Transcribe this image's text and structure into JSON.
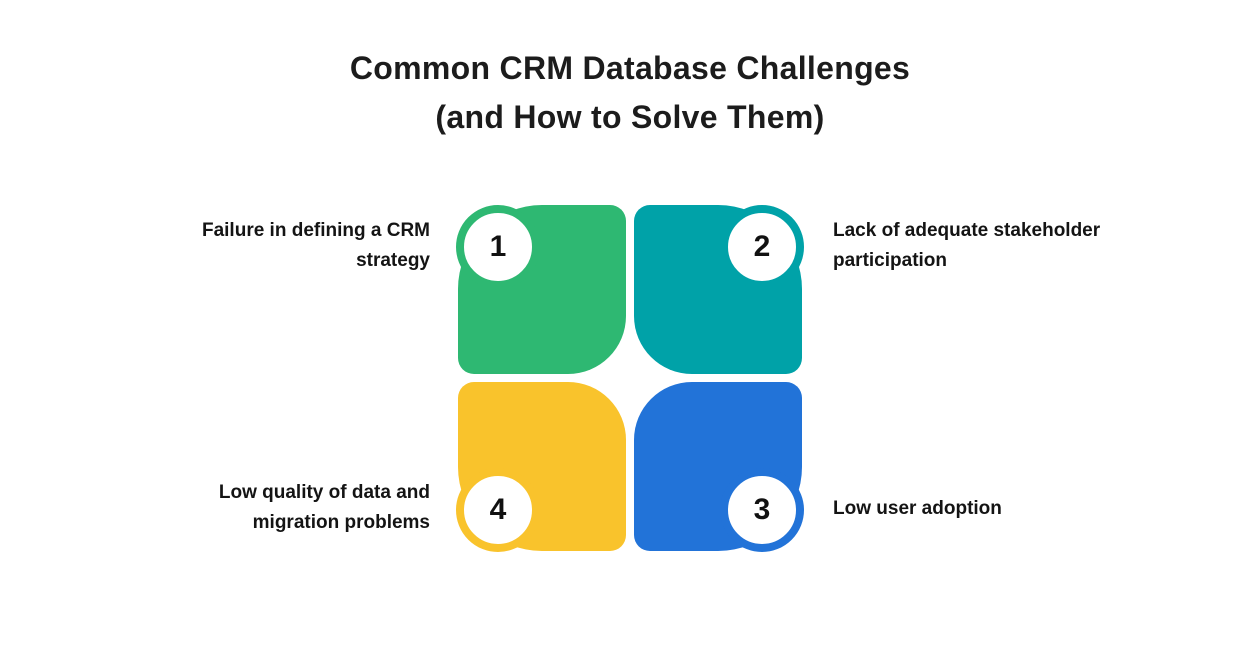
{
  "title": {
    "line1": "Common CRM Database Challenges",
    "line2": "(and How to Solve Them)"
  },
  "items": [
    {
      "number": "1",
      "position": "top-left",
      "color": "#2EB872",
      "label": "Failure in defining a CRM strategy"
    },
    {
      "number": "2",
      "position": "top-right",
      "color": "#00A2A8",
      "label": "Lack of adequate stakeholder participation"
    },
    {
      "number": "3",
      "position": "bottom-right",
      "color": "#2273D8",
      "label": "Low user adoption"
    },
    {
      "number": "4",
      "position": "bottom-left",
      "color": "#F9C32C",
      "label": "Low quality of data and migration problems"
    }
  ],
  "colors": {
    "background": "#FFFFFF",
    "text": "#141414",
    "badge_fill": "#FFFFFF",
    "badge_number": "#111111"
  }
}
